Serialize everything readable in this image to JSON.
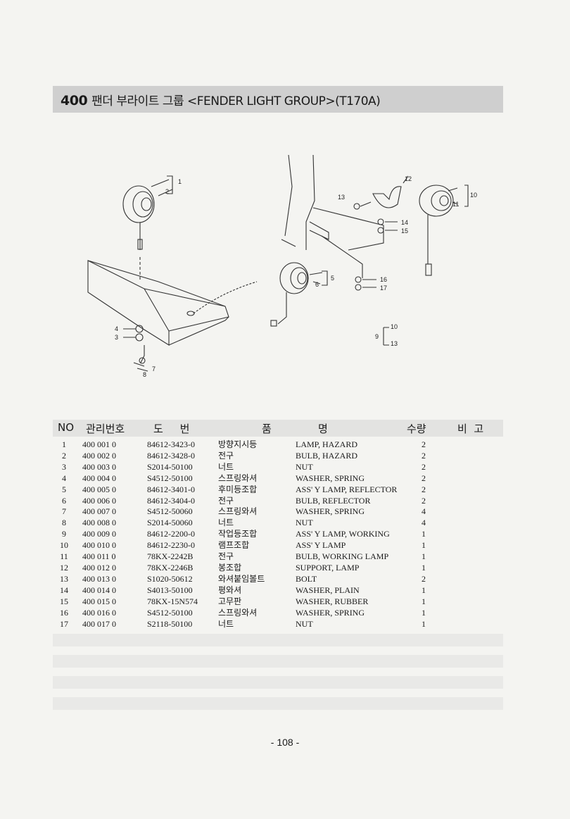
{
  "title": {
    "number": "400",
    "text": "팬더 부라이트 그룹 <FENDER LIGHT GROUP>(T170A)"
  },
  "diagram": {
    "callouts": [
      "1",
      "2",
      "3",
      "4",
      "5",
      "6",
      "7",
      "8",
      "9",
      "10",
      "11",
      "12",
      "13",
      "14",
      "15",
      "16",
      "17",
      "10",
      "13"
    ]
  },
  "table": {
    "headers": {
      "no": "NO",
      "mgmt": "관리번호",
      "drawing": "도     번",
      "name_1": "품",
      "name_2": "명",
      "qty": "수량",
      "remarks": "비  고"
    },
    "rows": [
      {
        "no": "1",
        "mgmt": "400  001  0",
        "drawing": "84612-3423-0",
        "name_kr": "방향지시등",
        "name_en": "LAMP, HAZARD",
        "qty": "2"
      },
      {
        "no": "2",
        "mgmt": "400  002  0",
        "drawing": "84612-3428-0",
        "name_kr": "전구",
        "name_en": "BULB, HAZARD",
        "qty": "2"
      },
      {
        "no": "3",
        "mgmt": "400  003  0",
        "drawing": "S2014-50100",
        "name_kr": "너트",
        "name_en": "NUT",
        "qty": "2"
      },
      {
        "no": "4",
        "mgmt": "400  004  0",
        "drawing": "S4512-50100",
        "name_kr": "스프링와셔",
        "name_en": "WASHER, SPRING",
        "qty": "2"
      },
      {
        "no": "5",
        "mgmt": "400  005  0",
        "drawing": "84612-3401-0",
        "name_kr": "후미등조합",
        "name_en": "ASS' Y LAMP, REFLECTOR",
        "qty": "2"
      },
      {
        "no": "6",
        "mgmt": "400  006  0",
        "drawing": "84612-3404-0",
        "name_kr": "전구",
        "name_en": "BULB, REFLECTOR",
        "qty": "2"
      },
      {
        "no": "7",
        "mgmt": "400  007  0",
        "drawing": "S4512-50060",
        "name_kr": "스프링와셔",
        "name_en": "WASHER, SPRING",
        "qty": "4"
      },
      {
        "no": "8",
        "mgmt": "400  008  0",
        "drawing": "S2014-50060",
        "name_kr": "너트",
        "name_en": "NUT",
        "qty": "4"
      },
      {
        "no": "9",
        "mgmt": "400  009  0",
        "drawing": "84612-2200-0",
        "name_kr": "작업등조합",
        "name_en": "ASS' Y LAMP, WORKING",
        "qty": "1"
      },
      {
        "no": "10",
        "mgmt": "400  010  0",
        "drawing": "84612-2230-0",
        "name_kr": "램프조합",
        "name_en": "ASS' Y LAMP",
        "qty": "1"
      },
      {
        "no": "11",
        "mgmt": "400  011  0",
        "drawing": "78KX-2242B",
        "name_kr": "전구",
        "name_en": "BULB, WORKING LAMP",
        "qty": "1"
      },
      {
        "no": "12",
        "mgmt": "400  012  0",
        "drawing": "78KX-2246B",
        "name_kr": "봉조합",
        "name_en": "SUPPORT, LAMP",
        "qty": "1"
      },
      {
        "no": "13",
        "mgmt": "400  013  0",
        "drawing": "S1020-50612",
        "name_kr": "와셔붙임볼트",
        "name_en": "BOLT",
        "qty": "2"
      },
      {
        "no": "14",
        "mgmt": "400  014  0",
        "drawing": "S4013-50100",
        "name_kr": "평와셔",
        "name_en": "WASHER, PLAIN",
        "qty": "1"
      },
      {
        "no": "15",
        "mgmt": "400  015  0",
        "drawing": "78KX-15N574",
        "name_kr": "고무판",
        "name_en": "WASHER, RUBBER",
        "qty": "1"
      },
      {
        "no": "16",
        "mgmt": "400  016  0",
        "drawing": "S4512-50100",
        "name_kr": "스프링와셔",
        "name_en": "WASHER, SPRING",
        "qty": "1"
      },
      {
        "no": "17",
        "mgmt": "400  017  0",
        "drawing": "S2118-50100",
        "name_kr": "너트",
        "name_en": "NUT",
        "qty": "1"
      }
    ]
  },
  "page_number": "- 108 -"
}
